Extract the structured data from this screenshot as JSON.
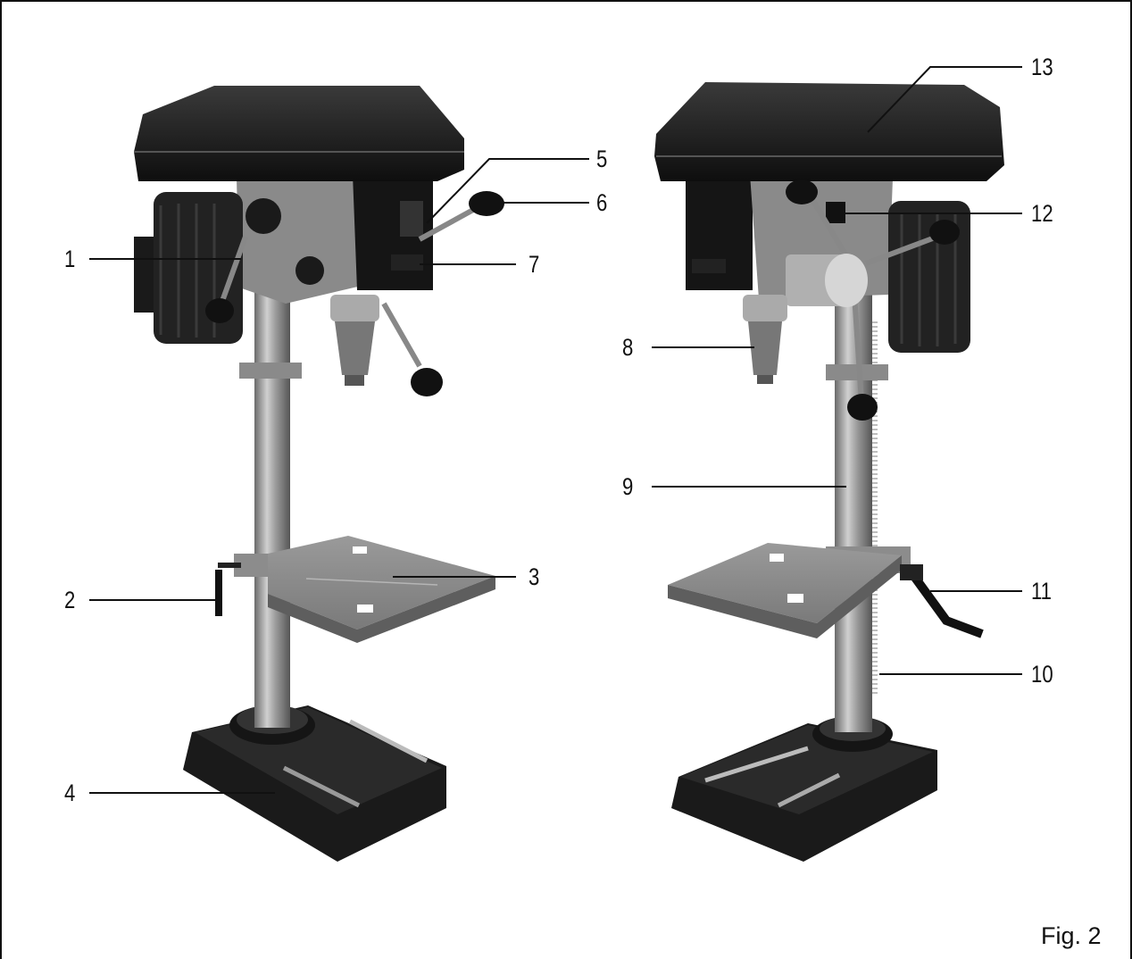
{
  "figure_label": "Fig. 2",
  "callouts": [
    {
      "id": "1",
      "label": "1"
    },
    {
      "id": "2",
      "label": "2"
    },
    {
      "id": "3",
      "label": "3"
    },
    {
      "id": "4",
      "label": "4"
    },
    {
      "id": "5",
      "label": "5"
    },
    {
      "id": "6",
      "label": "6"
    },
    {
      "id": "7",
      "label": "7"
    },
    {
      "id": "8",
      "label": "8"
    },
    {
      "id": "9",
      "label": "9"
    },
    {
      "id": "10",
      "label": "10"
    },
    {
      "id": "11",
      "label": "11"
    },
    {
      "id": "12",
      "label": "12"
    },
    {
      "id": "13",
      "label": "13"
    }
  ]
}
